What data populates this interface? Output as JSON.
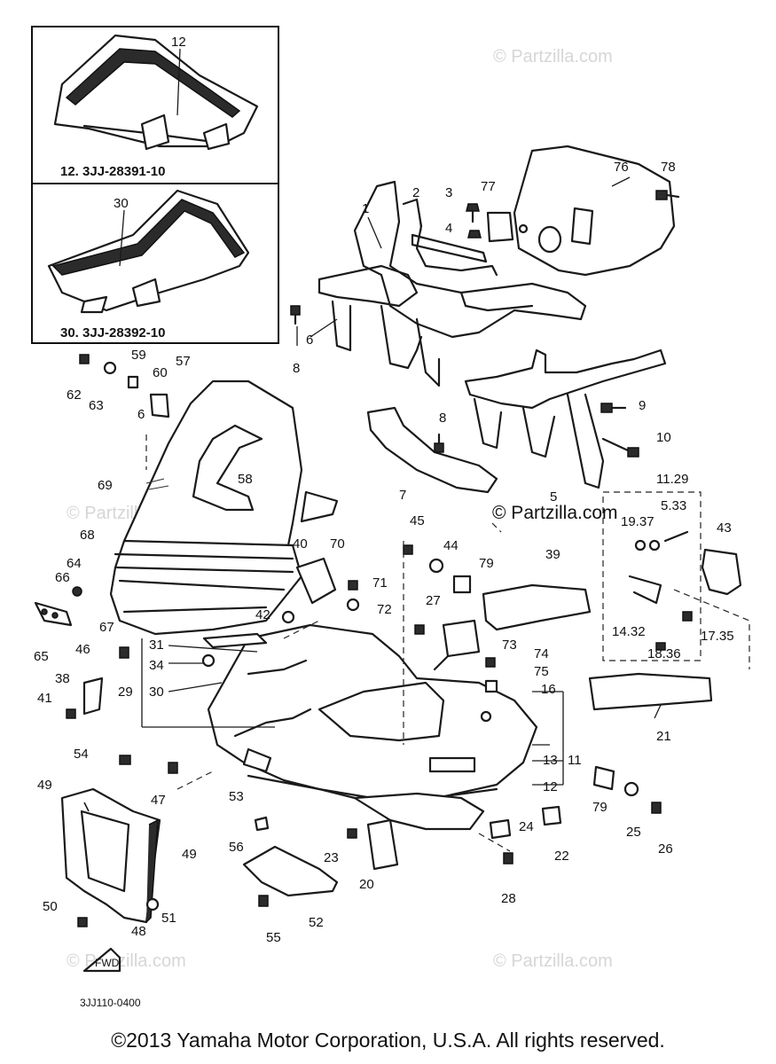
{
  "insets": [
    {
      "part": "12",
      "caption": "12. 3JJ-28391-10"
    },
    {
      "part": "30",
      "caption": "30. 3JJ-28392-10"
    }
  ],
  "watermark": "© Partzilla.com",
  "watermark_main": "© Partzilla.com",
  "diagram_code": "3JJ110-0400",
  "fwd_label": "FWD",
  "copyright": "©2013  Yamaha Motor Corporation, U.S.A. All rights reserved.",
  "callouts": [
    "1",
    "2",
    "3",
    "4",
    "77",
    "76",
    "78",
    "6",
    "8",
    "7",
    "8",
    "9",
    "10",
    "5",
    "11.29",
    "5.33",
    "19.37",
    "43",
    "14.32",
    "17.35",
    "18.36",
    "62",
    "63",
    "59",
    "60",
    "6",
    "57",
    "58",
    "69",
    "68",
    "64",
    "66",
    "65",
    "67",
    "40",
    "70",
    "71",
    "72",
    "42",
    "45",
    "44",
    "79",
    "39",
    "27",
    "73",
    "74",
    "75",
    "46",
    "31",
    "34",
    "29",
    "30",
    "38",
    "41",
    "16",
    "13",
    "11",
    "12",
    "21",
    "54",
    "47",
    "53",
    "49",
    "49",
    "48",
    "51",
    "50",
    "56",
    "52",
    "55",
    "23",
    "20",
    "24",
    "22",
    "28",
    "79",
    "25",
    "26"
  ]
}
